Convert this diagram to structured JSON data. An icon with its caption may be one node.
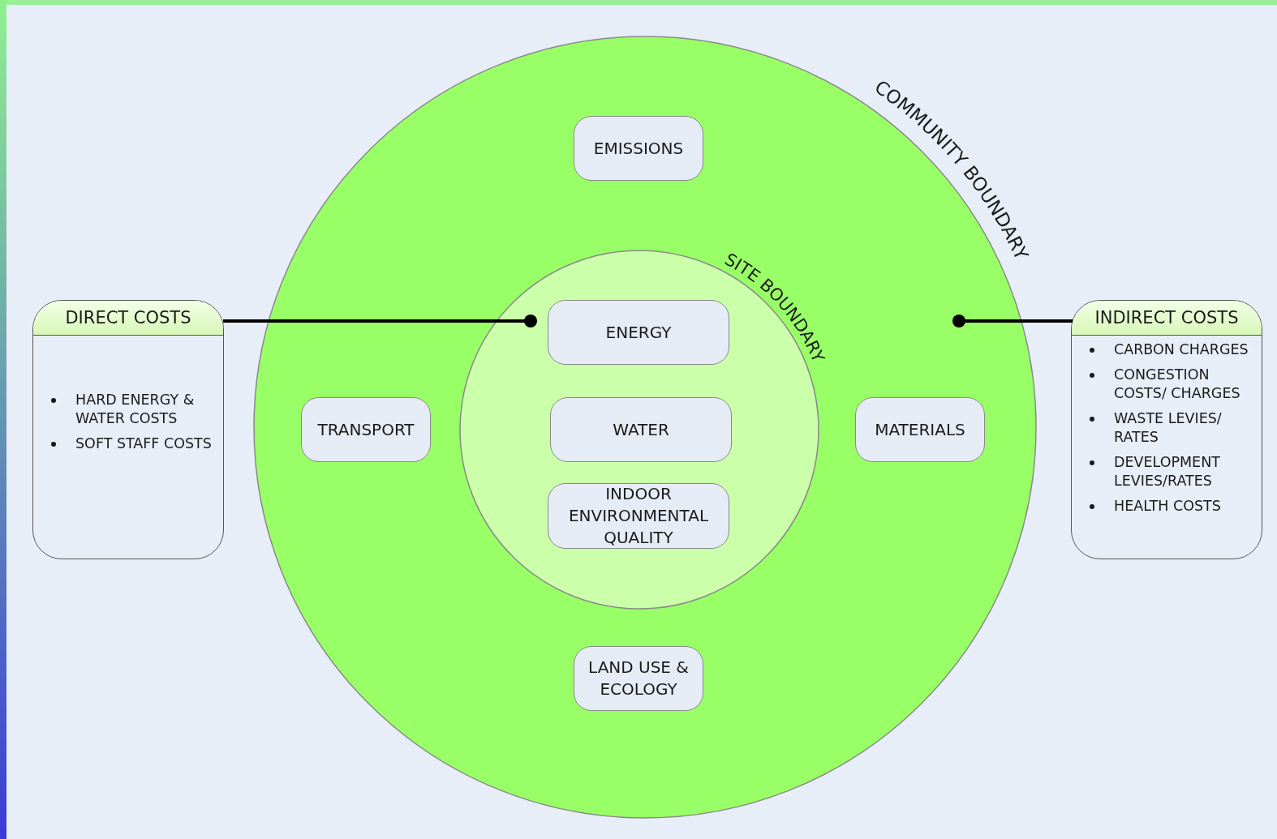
{
  "diagram": {
    "nodes": [
      {
        "text": [
          "COMMUNITY BOUNDARY"
        ]
      },
      {
        "text": [
          "EMISSIONS"
        ],
        "in": 0
      },
      {
        "text": [
          "SITE BOUNDARY"
        ],
        "in": 0
      },
      {
        "text": [
          "ENERGY"
        ],
        "in": 2
      },
      {
        "text": [
          "WATER"
        ],
        "in": 2
      },
      {
        "text": [
          "INDOOR ENVIRONMENTAL QUALITY"
        ],
        "in": 2
      },
      {
        "text": [
          "TRANSPORT"
        ],
        "in": 0
      },
      {
        "text": [
          "MATERIALS"
        ],
        "in": 0
      },
      {
        "text": [
          "LAND USE & ECOLOGY"
        ],
        "in": 0
      },
      {
        "text": [
          "DIRECT COSTS",
          "HARD ENERGY & WATER COSTS",
          "SOFT STAFF COSTS"
        ]
      },
      {
        "text": [
          "INDIRECT COSTS",
          "CARBON CHARGES",
          "CONGESTION COSTS/ CHARGES",
          "WASTE LEVIES/ RATES",
          "DEVELOPMENT LEVIES/RATES",
          "HEALTH COSTS"
        ]
      }
    ],
    "edges": [
      {
        "from": 9,
        "to": 2,
        "arrow": "other"
      },
      {
        "from": 10,
        "to": 0,
        "arrow": "other"
      }
    ]
  }
}
